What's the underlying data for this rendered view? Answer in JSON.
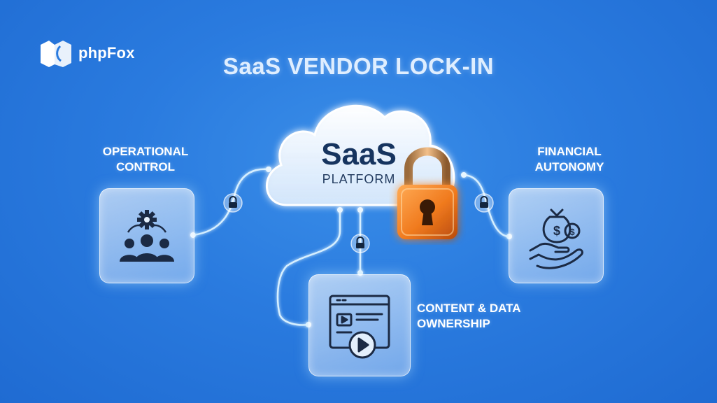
{
  "brand": {
    "name": "phpFox"
  },
  "title": "SaaS VENDOR LOCK-IN",
  "cloud": {
    "line1": "SaaS",
    "line2": "PLATFORM"
  },
  "nodes": {
    "operational": {
      "line1": "OPERATIONAL",
      "line2": "CONTROL",
      "icon": "team-gear-icon"
    },
    "financial": {
      "line1": "FINANCIAL",
      "line2": "AUTONOMY",
      "icon": "hand-money-icon"
    },
    "content": {
      "line1": "CONTENT & DATA",
      "line2": "OWNERSHIP",
      "icon": "media-browser-icon"
    }
  },
  "colors": {
    "background": "#2a7bdf",
    "padlock": "#f07a1e",
    "icon": "#1b2a44",
    "connector": "#d6efff",
    "title": "#dfeeff"
  }
}
